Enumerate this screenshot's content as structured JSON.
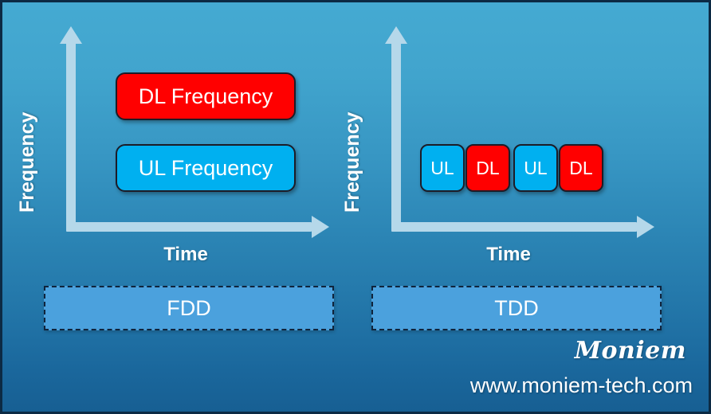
{
  "figure": {
    "title_hidden": "FDD vs TDD duplexing comparison",
    "background_top_color": "#45aad2",
    "background_bottom_color": "#175f93",
    "frame_border_color": "#0c2a44"
  },
  "palette": {
    "downlink": "#ff0000",
    "uplink": "#00b0f0",
    "axis": "#b5d8ea",
    "caption_fill": "#4ba1dd",
    "text": "#ffffff"
  },
  "panels": [
    {
      "id": "fdd",
      "y_axis_label": "Frequency",
      "x_axis_label": "Time",
      "caption": "FDD",
      "blocks": [
        {
          "label": "DL Frequency",
          "type": "downlink"
        },
        {
          "label": "UL Frequency",
          "type": "uplink"
        }
      ]
    },
    {
      "id": "tdd",
      "y_axis_label": "Frequency",
      "x_axis_label": "Time",
      "caption": "TDD",
      "blocks": [
        {
          "label": "UL",
          "type": "uplink"
        },
        {
          "label": "DL",
          "type": "downlink"
        },
        {
          "label": "UL",
          "type": "uplink"
        },
        {
          "label": "DL",
          "type": "downlink"
        }
      ]
    }
  ],
  "watermark": {
    "brand": "Moniem",
    "url": "www.moniem-tech.com"
  }
}
